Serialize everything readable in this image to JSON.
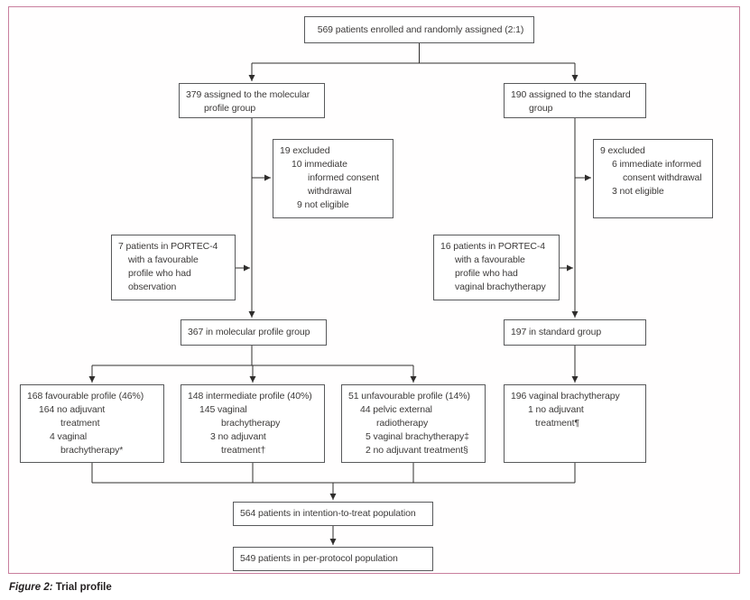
{
  "figure_caption": {
    "label": "Figure 2:",
    "title": " Trial profile"
  },
  "colors": {
    "frame_border": "#c97f9e",
    "connector_line": "#2f2d2c",
    "box_border": "#58595b",
    "text": "#3c3a39"
  },
  "boxes": {
    "enrolled": {
      "lines": [
        "569 patients enrolled and randomly assigned (2:1)"
      ]
    },
    "mol_assigned": {
      "lines": [
        "379 assigned to the molecular",
        "profile group"
      ]
    },
    "std_assigned": {
      "lines": [
        "190 assigned to the standard",
        "group"
      ]
    },
    "mol_excluded": {
      "lines": [
        "19 excluded",
        "10 immediate",
        "informed consent",
        "withdrawal",
        "9 not eligible"
      ]
    },
    "std_excluded": {
      "lines": [
        "9 excluded",
        "6 immediate informed",
        "consent withdrawal",
        "3 not eligible"
      ]
    },
    "mol_portec": {
      "lines": [
        "7 patients in PORTEC-4",
        "with a favourable",
        "profile who had",
        "observation"
      ]
    },
    "std_portec": {
      "lines": [
        "16 patients in PORTEC-4",
        "with a favourable",
        "profile who had",
        "vaginal brachytherapy"
      ]
    },
    "mol_group": {
      "lines": [
        "367 in molecular profile group"
      ]
    },
    "std_group": {
      "lines": [
        "197 in standard group"
      ]
    },
    "favourable": {
      "lines": [
        "168 favourable profile (46%)",
        "164 no adjuvant",
        "treatment",
        "4 vaginal",
        "brachytherapy*"
      ]
    },
    "intermediate": {
      "lines": [
        "148 intermediate profile (40%)",
        "145 vaginal",
        "brachytherapy",
        "3 no adjuvant",
        "treatment†"
      ]
    },
    "unfavourable": {
      "lines": [
        "51 unfavourable profile (14%)",
        "44 pelvic external",
        "radiotherapy",
        "5 vaginal brachytherapy‡",
        "2 no adjuvant treatment§"
      ]
    },
    "std_treatment": {
      "lines": [
        "196 vaginal brachytherapy",
        "1 no adjuvant",
        "treatment¶"
      ]
    },
    "itt": {
      "lines": [
        "564 patients in intention-to-treat population"
      ]
    },
    "per_protocol": {
      "lines": [
        "549 patients in per-protocol population"
      ]
    }
  }
}
